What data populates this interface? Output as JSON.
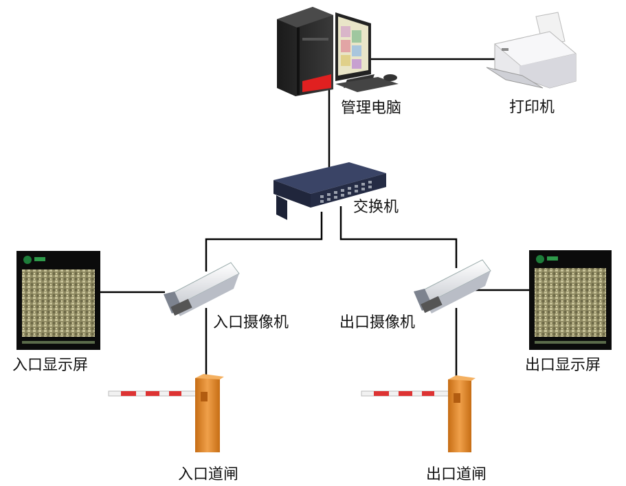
{
  "labels": {
    "management_pc": "管理电脑",
    "printer": "打印机",
    "switch": "交换机",
    "entry_camera": "入口摄像机",
    "exit_camera": "出口摄像机",
    "entry_display": "入口显示屏",
    "exit_display": "出口显示屏",
    "entry_gate": "入口道闸",
    "exit_gate": "出口道闸"
  },
  "icons": {
    "management_pc": "desktop-computer-icon",
    "printer": "printer-icon",
    "switch": "network-switch-icon",
    "entry_camera": "cctv-camera-icon",
    "exit_camera": "cctv-camera-icon",
    "entry_display": "led-display-icon",
    "exit_display": "led-display-icon",
    "entry_gate": "barrier-gate-icon",
    "exit_gate": "barrier-gate-icon"
  },
  "colors": {
    "line": "#000000",
    "gate_body": "#e08a2a",
    "switch_body": "#2e3550",
    "display_bg": "#0b0b0b",
    "display_map": "#a8a37a"
  }
}
